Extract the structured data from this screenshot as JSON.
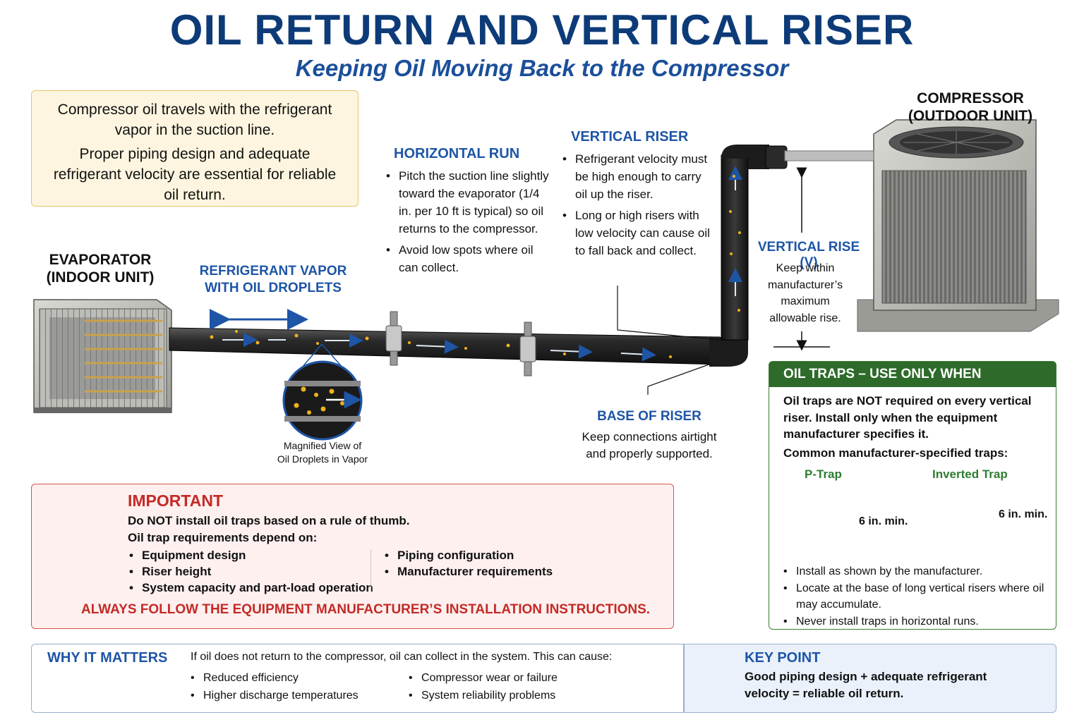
{
  "title": "OIL RETURN AND VERTICAL RISER",
  "subtitle": "Keeping Oil Moving Back to the Compressor",
  "intro": {
    "line1": "Compressor oil travels with the refrigerant vapor in the suction line.",
    "line2": "Proper piping design and adequate refrigerant velocity are essential for reliable oil return."
  },
  "evaporator": {
    "line1": "EVAPORATOR",
    "line2": "(INDOOR UNIT)"
  },
  "compressor": {
    "line1": "COMPRESSOR",
    "line2": "(OUTDOOR UNIT)"
  },
  "vapor_label": {
    "line1": "REFRIGERANT VAPOR",
    "line2": "WITH OIL DROPLETS"
  },
  "magnified": {
    "line1": "Magnified View of",
    "line2": "Oil Droplets in Vapor"
  },
  "horizontal_run": {
    "heading": "HORIZONTAL RUN",
    "bullets": [
      "Pitch the suction line slightly toward the evaporator (1/4 in. per 10 ft is typical) so oil returns to the compressor.",
      "Avoid low spots where oil can collect."
    ]
  },
  "vertical_riser": {
    "heading": "VERTICAL RISER",
    "bullets": [
      "Refrigerant velocity must be high enough to carry oil up the riser.",
      "Long or high risers with low velocity can cause oil to fall back and collect."
    ]
  },
  "vertical_rise": {
    "heading": "VERTICAL RISE (V)",
    "text": "Keep within manufacturer’s maximum allowable rise."
  },
  "base_of_riser": {
    "heading": "BASE OF RISER",
    "text": "Keep connections airtight and properly supported."
  },
  "important": {
    "heading": "IMPORTANT",
    "line1": "Do NOT install oil traps based on a rule of thumb.",
    "line2": "Oil trap requirements depend on:",
    "col1": [
      "Equipment design",
      "Riser height",
      "System capacity and part-load operation"
    ],
    "col2": [
      "Piping configuration",
      "Manufacturer requirements"
    ],
    "warning": "ALWAYS FOLLOW THE EQUIPMENT MANUFACTURER’S INSTALLATION INSTRUCTIONS."
  },
  "oil_traps": {
    "heading": "OIL TRAPS – USE ONLY WHEN REQUIRED",
    "intro": "Oil traps are NOT required on every vertical riser. Install only when the equipment manufacturer specifies it.",
    "common": "Common manufacturer-specified traps:",
    "p_trap_label": "P-Trap",
    "inverted_trap_label": "Inverted Trap",
    "dimension": "6 in. min.",
    "bullets": [
      "Install as shown by the manufacturer.",
      "Locate at the base of long vertical risers where oil may accumulate.",
      "Never install traps in horizontal runs."
    ]
  },
  "why_it_matters": {
    "heading": "WHY IT MATTERS",
    "intro": "If oil does not return to the compressor, oil can collect in the system. This can cause:",
    "col1": [
      "Reduced efficiency",
      "Higher discharge temperatures"
    ],
    "col2": [
      "Compressor wear or failure",
      "System reliability problems"
    ]
  },
  "key_point": {
    "heading": "KEY POINT",
    "text": "Good piping design + adequate refrigerant velocity = reliable oil return."
  },
  "colors": {
    "title": "#0d3b78",
    "heading_blue": "#1e55a6",
    "important_red": "#c42a26",
    "trap_green": "#2e6b2a",
    "pipe": "#2a2a2a",
    "oil": "#f0b21c"
  }
}
